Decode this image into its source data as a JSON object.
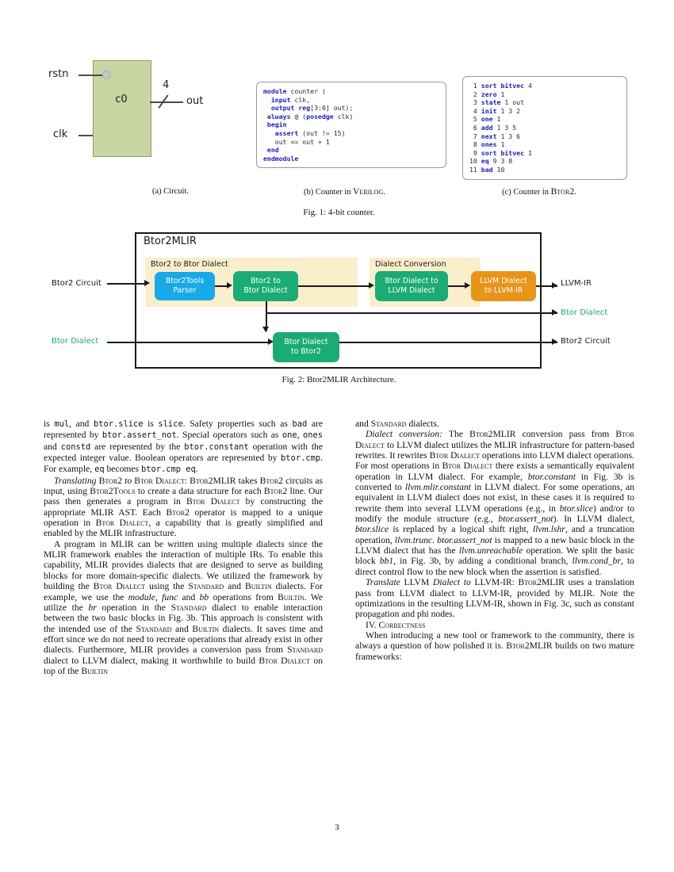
{
  "page_number": "3",
  "figure1": {
    "circuit": {
      "block_label": "c0",
      "input_rstn": "rstn",
      "input_clk": "clk",
      "output_label": "out",
      "bus_width": "4"
    },
    "verilog_code": {
      "lines": [
        [
          {
            "t": "module",
            "k": true
          },
          {
            "t": " counter (",
            "k": false
          }
        ],
        [
          {
            "t": "  input",
            "k": true
          },
          {
            "t": " clk,",
            "k": false
          }
        ],
        [
          {
            "t": "  output reg",
            "k": true
          },
          {
            "t": "[3:0] out);",
            "k": false
          }
        ],
        [
          {
            "t": " always",
            "k": true
          },
          {
            "t": " @ (",
            "k": false
          },
          {
            "t": "posedge",
            "k": true
          },
          {
            "t": " clk)",
            "k": false
          }
        ],
        [
          {
            "t": " begin",
            "k": true
          }
        ],
        [
          {
            "t": "   assert",
            "k": true
          },
          {
            "t": " (out != 15)",
            "k": false
          }
        ],
        [
          {
            "t": "   out <= out + 1",
            "k": false
          }
        ],
        [
          {
            "t": " end",
            "k": true
          }
        ],
        [
          {
            "t": "endmodule",
            "k": true
          }
        ]
      ]
    },
    "btor2_code": {
      "lines": [
        [
          {
            "t": " 1 ",
            "k": false
          },
          {
            "t": "sort bitvec",
            "k": true
          },
          {
            "t": " 4",
            "k": false
          }
        ],
        [
          {
            "t": " 2 ",
            "k": false
          },
          {
            "t": "zero",
            "k": true
          },
          {
            "t": " 1",
            "k": false
          }
        ],
        [
          {
            "t": " 3 ",
            "k": false
          },
          {
            "t": "state",
            "k": true
          },
          {
            "t": " 1 out",
            "k": false
          }
        ],
        [
          {
            "t": " 4 ",
            "k": false
          },
          {
            "t": "init",
            "k": true
          },
          {
            "t": " 1 3 2",
            "k": false
          }
        ],
        [
          {
            "t": " 5 ",
            "k": false
          },
          {
            "t": "one",
            "k": true
          },
          {
            "t": " 1",
            "k": false
          }
        ],
        [
          {
            "t": " 6 ",
            "k": false
          },
          {
            "t": "add",
            "k": true
          },
          {
            "t": " 1 3 5",
            "k": false
          }
        ],
        [
          {
            "t": " 7 ",
            "k": false
          },
          {
            "t": "next",
            "k": true
          },
          {
            "t": " 1 3 6",
            "k": false
          }
        ],
        [
          {
            "t": " 8 ",
            "k": false
          },
          {
            "t": "ones",
            "k": true
          },
          {
            "t": " 1",
            "k": false
          }
        ],
        [
          {
            "t": " 9 ",
            "k": false
          },
          {
            "t": "sort bitvec",
            "k": true
          },
          {
            "t": " 1",
            "k": false
          }
        ],
        [
          {
            "t": "10 ",
            "k": false
          },
          {
            "t": "eq",
            "k": true
          },
          {
            "t": " 9 3 8",
            "k": false
          }
        ],
        [
          {
            "t": "11 ",
            "k": false
          },
          {
            "t": "bad",
            "k": true
          },
          {
            "t": " 10",
            "k": false
          }
        ]
      ]
    },
    "subcaption_a": "(a) Circuit.",
    "subcaption_b_prefix": "(b) Counter in ",
    "subcaption_b_sc": "Verilog",
    "subcaption_b_suffix": ".",
    "subcaption_c_prefix": "(c) Counter in ",
    "subcaption_c_sc": "Btor2",
    "subcaption_c_suffix": ".",
    "caption_prefix": "Fig. 1: 4-bit counter."
  },
  "figure2": {
    "outer_title": "Btor2MLIR",
    "group1_label": "Btor2 to Btor Dialect",
    "group2_label": "Dialect Conversion",
    "nodes": {
      "parser_line1": "Btor2Tools",
      "parser_line2": "Parser",
      "btor2_to_dialect_line1": "Btor2 to",
      "btor2_to_dialect_line2": "Btor Dialect",
      "dialect_to_llvm_line1": "Btor Dialect to",
      "dialect_to_llvm_line2": "LLVM Dialect",
      "llvm_to_ir_line1": "LLVM Dialect",
      "llvm_to_ir_line2": "to LLVM-IR",
      "dialect_to_btor2_line1": "Btor Dialect",
      "dialect_to_btor2_line2": "to Btor2"
    },
    "inputs": {
      "btor2_circuit": "Btor2 Circuit",
      "btor_dialect": "Btor Dialect"
    },
    "outputs": {
      "llvm_ir": "LLVM-IR",
      "btor_dialect": "Btor Dialect",
      "btor2_circuit": "Btor2 Circuit"
    },
    "colors": {
      "blue": "#17a9e8",
      "green": "#1bab74",
      "orange": "#e8941a",
      "group_bg": "#fbeecb",
      "teal_text": "#1bab74"
    },
    "caption": "Fig. 2: Btor2MLIR Architecture."
  },
  "body": {
    "left_column": {
      "para1_html": "is <span class=\"mono\">mul</span>, and <span class=\"mono\">btor.slice</span> is <span class=\"mono\">slice</span>. Safety properties such as <span class=\"mono\">bad</span> are represented by <span class=\"mono\">btor.assert_not</span>. Special operators such as <span class=\"mono\">one</span>, <span class=\"mono\">ones</span> and <span class=\"mono\">constd</span> are represented by the <span class=\"mono\">btor.constant</span> operation with the expected integer value. Boolean operators are represented by <span class=\"mono\">btor.cmp</span>. For example, <span class=\"mono\">eq</span> becomes <span class=\"mono\">btor.cmp eq</span>.",
      "para2_html": "<span class=\"it\">Translating</span> <span class=\"scs\">Btor2</span> <span class=\"it\">to</span> <span class=\"scs\">Btor Dialect:</span> <span class=\"scs\">Btor2MLIR</span> takes <span class=\"scs\">Btor2</span> circuits as input, using <span class=\"scs\">Btor2Tools</span> to create a data structure for each <span class=\"scs\">Btor2</span> line. Our pass then generates a program in <span class=\"scs\">Btor Dialect</span> by constructing the appropriate MLIR AST. Each <span class=\"scs\">Btor2</span> operator is mapped to a unique operation in <span class=\"scs\">Btor Dialect</span>, a capability that is greatly simplified and enabled by the MLIR infrastructure.",
      "para3_html": "A program in MLIR can be written using multiple dialects since the MLIR framework enables the interaction of multiple IRs. To enable this capability, MLIR provides dialects that are designed to serve as building blocks for more domain-specific dialects. We utilized the framework by building the <span class=\"scs\">Btor Dialect</span> using the <span class=\"scs\">Standard</span> and <span class=\"scs\">Builtin</span> dialects. For example, we use the <span class=\"it\">module</span>, <span class=\"it\">func</span> and <span class=\"it\">bb</span> operations from <span class=\"scs\">Builtin</span>. We utilize the <span class=\"it\">br</span> operation in the <span class=\"scs\">Standard</span> dialect to enable interaction between the two basic blocks in Fig. 3b. This approach is consistent with the intended use of the <span class=\"scs\">Standard</span> and <span class=\"scs\">Builtin</span> dialects. It saves time and effort since we do not need to recreate operations that already exist in other dialects. Furthermore, MLIR provides a conversion pass from <span class=\"scs\">Standard</span> dialect to LLVM dialect, making it worthwhile to build <span class=\"scs\">Btor Dialect</span> on top of the <span class=\"scs\">Builtin</span>"
    },
    "right_column": {
      "para1_html": "and <span class=\"scs\">Standard</span> dialects.",
      "para2_html": "<span class=\"it\">Dialect conversion:</span> The <span class=\"scs\">Btor2MLIR</span> conversion pass from <span class=\"scs\">Btor Dialect</span> to LLVM dialect utilizes the MLIR infrastructure for pattern-based rewrites. It rewrites <span class=\"scs\">Btor Dialect</span> operations into LLVM dialect operations. For most operations in <span class=\"scs\">Btor Dialect</span> there exists a semantically equivalent operation in LLVM dialect. For example, <span class=\"it\">btor.constant</span> in Fig. 3b is converted to <span class=\"it\">llvm.mlir.constant</span> in LLVM dialect. For some operations, an equivalent in LLVM dialect does not exist, in these cases it is required to rewrite them into several LLVM operations (e.g., in <span class=\"it\">btor.slice</span>) and/or to modify the module structure (e.g., <span class=\"it\">btor.assert_not</span>). In LLVM dialect, <span class=\"it\">btor.slice</span> is replaced by a logical shift right, <span class=\"it\">llvm.lshr</span>, and a truncation operation, <span class=\"it\">llvm.trunc. btor.assert_not</span> is mapped to a new basic block in the LLVM dialect that has the <span class=\"it\">llvm.unreachable</span> operation. We split the basic block <span class=\"it\">bb1</span>, in Fig. 3b, by adding a conditional branch, <span class=\"it\">llvm.cond_br</span>, to direct control flow to the new block when the assertion is satisfied.",
      "para3_html": "<span class=\"it\">Translate</span> LLVM <span class=\"it\">Dialect to</span> LLVM-IR: <span class=\"scs\">Btor2MLIR</span> uses a translation pass from LLVM dialect to LLVM-IR, provided by MLIR. Note the optimizations in the resulting LLVM-IR, shown in Fig. 3c, such as constant propagation and phi nodes.",
      "section_title": "IV. Correctness",
      "para4_html": "When introducing a new tool or framework to the community, there is always a question of how polished it is. <span class=\"scs\">Btor2MLIR</span> builds on two mature frameworks:"
    }
  }
}
